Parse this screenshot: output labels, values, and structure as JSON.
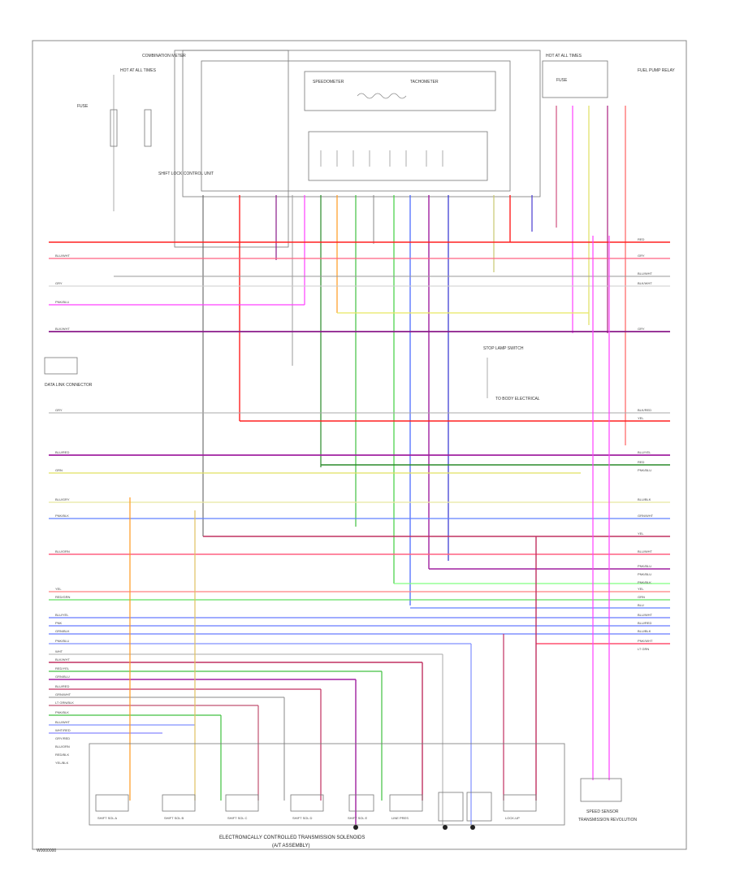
{
  "footer_code": "W0000000",
  "top": {
    "combination_meter": "COMBINATION METER",
    "speedometer": "SPEEDOMETER",
    "tachometer": "TACHOMETER",
    "hot_at_all_times_left": "HOT AT ALL TIMES",
    "hot_at_all_times_right": "HOT AT ALL TIMES",
    "fuse_left": "FUSE",
    "fuse_right": "FUSE",
    "module_left": "SHIFT LOCK CONTROL UNIT",
    "relay_right": "FUEL PUMP RELAY"
  },
  "mid": {
    "brake_switch": "STOP LAMP SWITCH",
    "ecu_note": "TO BODY ELECTRICAL",
    "box_note": "DATA LINK CONNECTOR"
  },
  "bottom": {
    "solenoid_caption_1": "ELECTRONICALLY CONTROLLED TRANSMISSION SOLENOIDS",
    "solenoid_caption_2": "(A/T ASSEMBLY)",
    "sensor_caption": "SPEED SENSOR",
    "sensor_sub": "TRANSMISSION REVOLUTION"
  },
  "left_wire_labels": [
    "BLU/WHT",
    "GRY",
    "PNK/BLU",
    "BLK/WHT",
    "GRY",
    "BLU/RED",
    "GRN",
    "BLU/GRY",
    "PNK/BLK",
    "BLU/ORN",
    "YEL",
    "RED/GRN",
    "BLU/YEL",
    "PNK",
    "GRN/BLK",
    "PNK/BLU",
    "WHT",
    "BLK/WHT",
    "RED/YEL",
    "GRN/BLU",
    "BLU/RED",
    "GRN/WHT",
    "LT GRN/BLK",
    "PNK/BLK",
    "BLU/WHT",
    "WHT/RED",
    "GRY/RED",
    "BLU/ORN",
    "RED/BLK",
    "YEL/BLK"
  ],
  "right_wire_labels": [
    "RED",
    "GRY",
    "BLU/WHT",
    "BLK/WHT",
    "GRY",
    "BLK/RED",
    "YEL",
    "BLU/YEL",
    "RED",
    "PNK/BLU",
    "BLU/BLK",
    "GRN/WHT",
    "YEL",
    "BLU/WHT",
    "PNK/BLU",
    "PNK/BLU",
    "PNK/BLK",
    "YEL",
    "GRN",
    "BLU",
    "BLU/WHT",
    "BLU/RED",
    "BLU/BLK",
    "PNK/WHT",
    "LT GRN"
  ],
  "solenoid_labels": [
    "SHIFT SOL A",
    "SHIFT SOL B",
    "SHIFT SOL C",
    "SHIFT SOL D",
    "SHIFT SOL E",
    "LINE PRES",
    "LOCK-UP"
  ]
}
